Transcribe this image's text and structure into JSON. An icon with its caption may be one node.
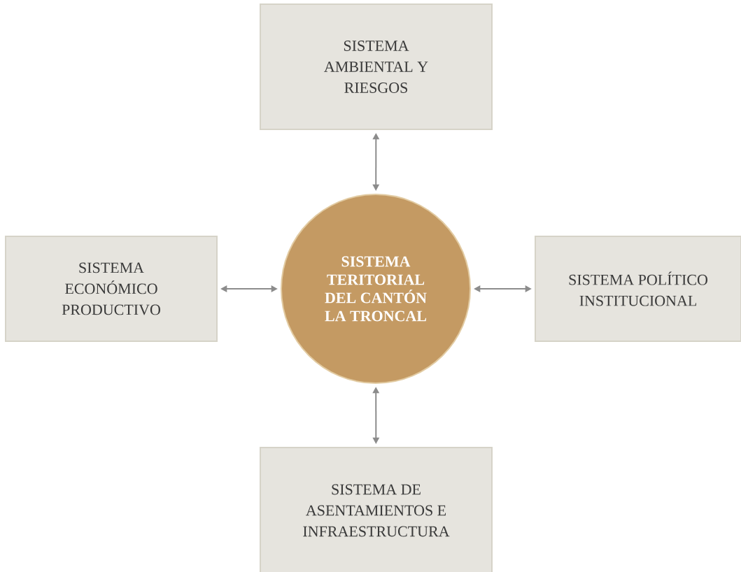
{
  "diagram": {
    "nodes": [
      {
        "text": [
          "SISTEMA AMBIENTAL Y RIESGOS"
        ]
      },
      {
        "text": [
          "SISTEMA ECONÓMICO PRODUCTIVO"
        ]
      },
      {
        "text": [
          "SISTEMA TERITORIAL DEL CANTÓN LA TRONCAL"
        ]
      },
      {
        "text": [
          "SISTEMA POLÍTICO INSTITUCIONAL"
        ]
      },
      {
        "text": [
          "SISTEMA DE ASENTAMIENTOS E INFRAESTRUCTURA"
        ]
      }
    ],
    "edges": [
      {
        "from": 2,
        "to": 0,
        "arrow": "both"
      },
      {
        "from": 2,
        "to": 1,
        "arrow": "both"
      },
      {
        "from": 2,
        "to": 3,
        "arrow": "both"
      },
      {
        "from": 2,
        "to": 4,
        "arrow": "both"
      }
    ]
  }
}
